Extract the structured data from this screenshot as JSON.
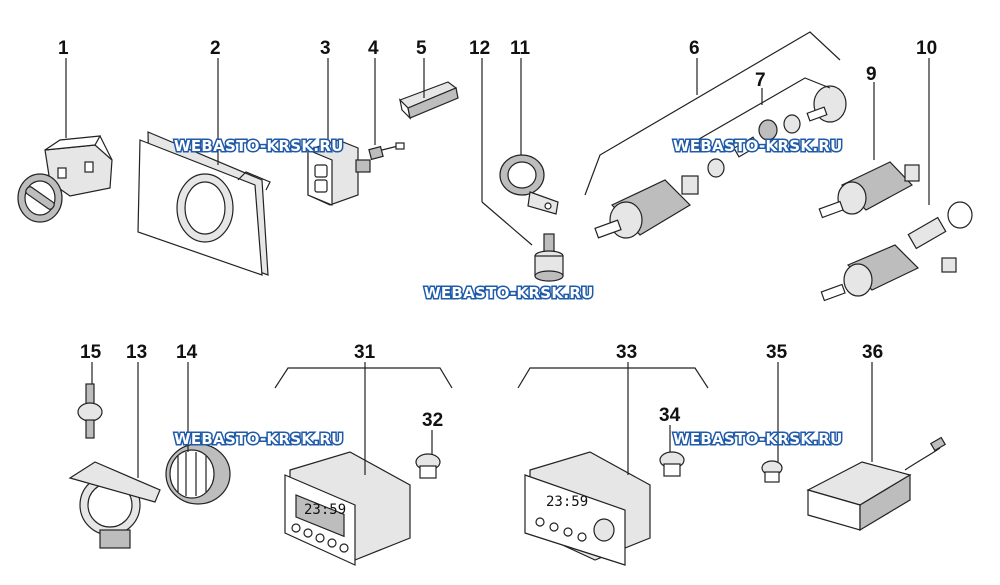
{
  "labels": {
    "n1": "1",
    "n2": "2",
    "n3": "3",
    "n4": "4",
    "n5": "5",
    "n12": "12",
    "n11": "11",
    "n6": "6",
    "n7": "7",
    "n9": "9",
    "n10": "10",
    "n15": "15",
    "n13": "13",
    "n14": "14",
    "n31": "31",
    "n32": "32",
    "n33": "33",
    "n34": "34",
    "n35": "35",
    "n36": "36"
  },
  "watermark": "WEBASTO-KRSK.RU",
  "timer_display": "23:59",
  "colors": {
    "line": "#222222",
    "watermark_fill": "#ffffff",
    "watermark_outline": "#1e5aa8"
  }
}
